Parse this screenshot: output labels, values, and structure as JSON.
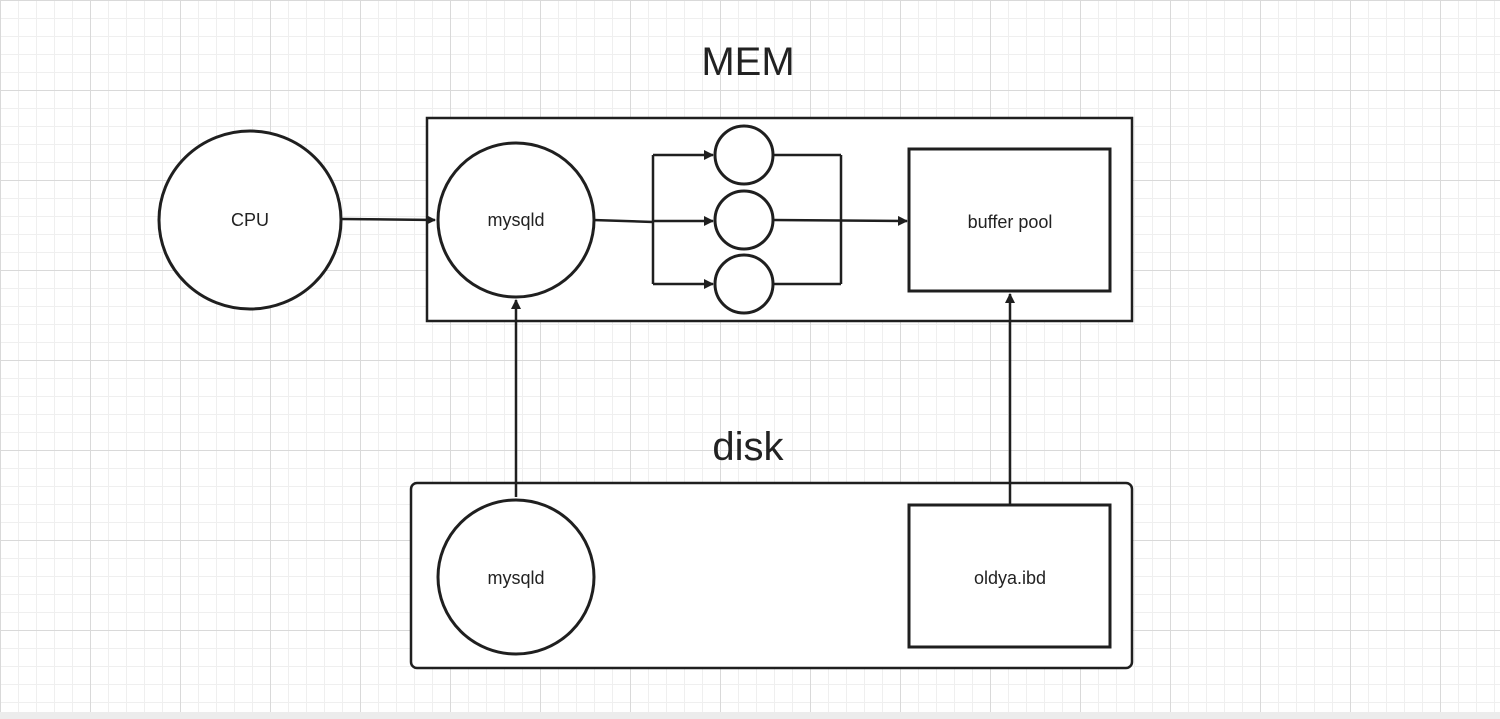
{
  "diagram": {
    "mem_title": "MEM",
    "disk_title": "disk",
    "cpu_label": "CPU",
    "mem_mysqld_label": "mysqld",
    "buffer_pool_label": "buffer pool",
    "disk_mysqld_label": "mysqld",
    "oldya_label": "oldya.ibd"
  }
}
